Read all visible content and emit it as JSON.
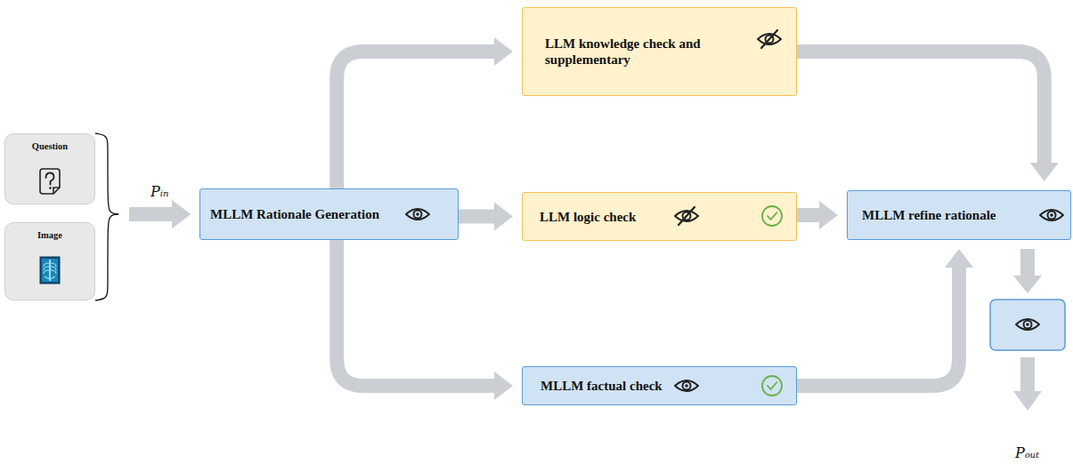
{
  "diagram": {
    "nodes": [
      {
        "text": [
          "Question"
        ]
      },
      {
        "text": [
          "Image"
        ]
      },
      {
        "text": [
          "MLLM Rationale Generation"
        ]
      },
      {
        "text": [
          "LLM knowledge check and supplementary"
        ]
      },
      {
        "text": [
          "LLM logic check"
        ]
      },
      {
        "text": [
          "MLLM factual check"
        ]
      },
      {
        "text": [
          "MLLM refine rationale"
        ]
      }
    ],
    "edges": [
      {
        "from": 0,
        "to": 2,
        "arrow": "to",
        "label": "Pᵢₙ"
      },
      {
        "from": 1,
        "to": 2,
        "arrow": "to"
      },
      {
        "from": 2,
        "to": 3,
        "arrow": "to"
      },
      {
        "from": 2,
        "to": 4,
        "arrow": "to"
      },
      {
        "from": 2,
        "to": 5,
        "arrow": "to"
      },
      {
        "from": 3,
        "to": 6,
        "arrow": "to"
      },
      {
        "from": 4,
        "to": 6,
        "arrow": "to"
      },
      {
        "from": 5,
        "to": 6,
        "arrow": "to"
      }
    ],
    "labels": [
      "Pₒᵤₜ"
    ]
  }
}
